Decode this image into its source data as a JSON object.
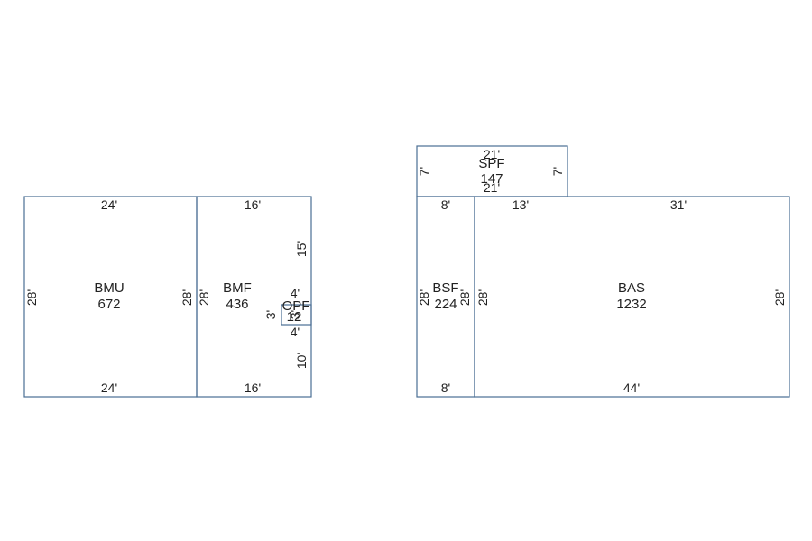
{
  "style": {
    "outline_color": "#4a6f94",
    "text_color": "#222222",
    "background": "#ffffff"
  },
  "rooms": {
    "bmu": {
      "code": "BMU",
      "area": "672",
      "top": "24'",
      "bottom": "24'",
      "left": "28'",
      "right": "28'"
    },
    "bmf": {
      "code": "BMF",
      "area": "436",
      "top": "16'",
      "bottom": "16'",
      "left": "28'",
      "right_upper": "15'",
      "right_lower": "10'"
    },
    "opf": {
      "code": "OPF",
      "area": "12",
      "top": "4'",
      "bottom": "4'",
      "left": "3'",
      "right": "3'"
    },
    "spf": {
      "code": "SPF",
      "area": "147",
      "top": "21'",
      "bottom": "21'",
      "left": "7'",
      "right": "7'"
    },
    "bsf": {
      "code": "BSF",
      "area": "224",
      "top": "8'",
      "bottom": "8'",
      "left": "28'",
      "right": "28'"
    },
    "bas": {
      "code": "BAS",
      "area": "1232",
      "top_left": "13'",
      "top_right": "31'",
      "bottom": "44'",
      "left": "28'",
      "right": "28'"
    }
  }
}
